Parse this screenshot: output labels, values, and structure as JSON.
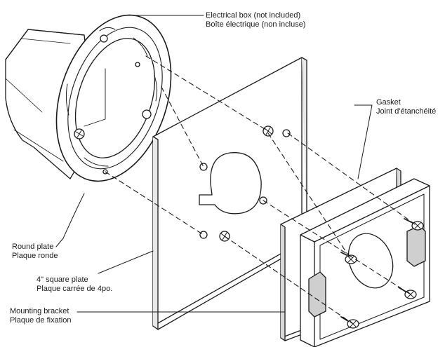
{
  "labels": {
    "electrical_box": {
      "en": "Electrical box (not included)",
      "fr": "Boîte électrique (non incluse)"
    },
    "gasket": {
      "en": "Gasket",
      "fr": "Joint d'étanchéité"
    },
    "round_plate": {
      "en": "Round plate",
      "fr": "Plaque ronde"
    },
    "square_plate": {
      "en": "4\" square plate",
      "fr": "Plaque carrée de 4po."
    },
    "mounting_bracket": {
      "en": "Mounting bracket",
      "fr": "Plaque de fixation"
    }
  },
  "colors": {
    "line": "#1a1a1a",
    "fill": "#ffffff",
    "shade": "#cfcfcf",
    "text": "#1a1a1a"
  }
}
